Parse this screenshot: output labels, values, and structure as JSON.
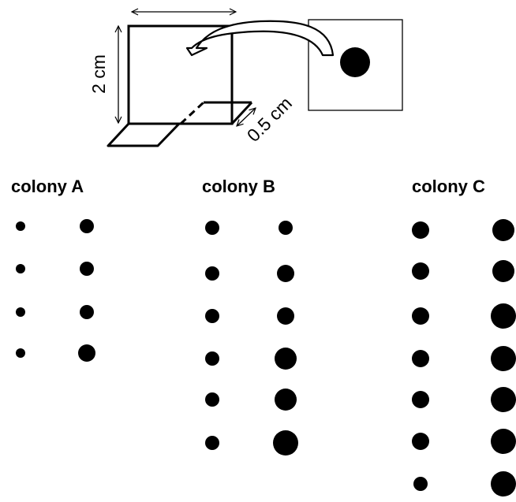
{
  "apparatus": {
    "height_label": "2 cm",
    "width_label": "0.5 cm"
  },
  "colonies": [
    {
      "name": "colony A",
      "left_column": [
        "s",
        "s",
        "s",
        "s"
      ],
      "right_column": [
        "m",
        "m",
        "m",
        "l"
      ]
    },
    {
      "name": "colony B",
      "left_column": [
        "m",
        "m",
        "m",
        "m",
        "m",
        "m"
      ],
      "right_column": [
        "m",
        "l",
        "l",
        "xl",
        "xl",
        "xxl"
      ]
    },
    {
      "name": "colony C",
      "left_column": [
        "l",
        "l",
        "l",
        "l",
        "l",
        "l",
        "m"
      ],
      "right_column": [
        "xl",
        "xl",
        "xxl",
        "xxl",
        "xxl",
        "xxl",
        "xxl"
      ]
    }
  ],
  "colors": {
    "ink": "#000000",
    "paper": "#ffffff"
  }
}
